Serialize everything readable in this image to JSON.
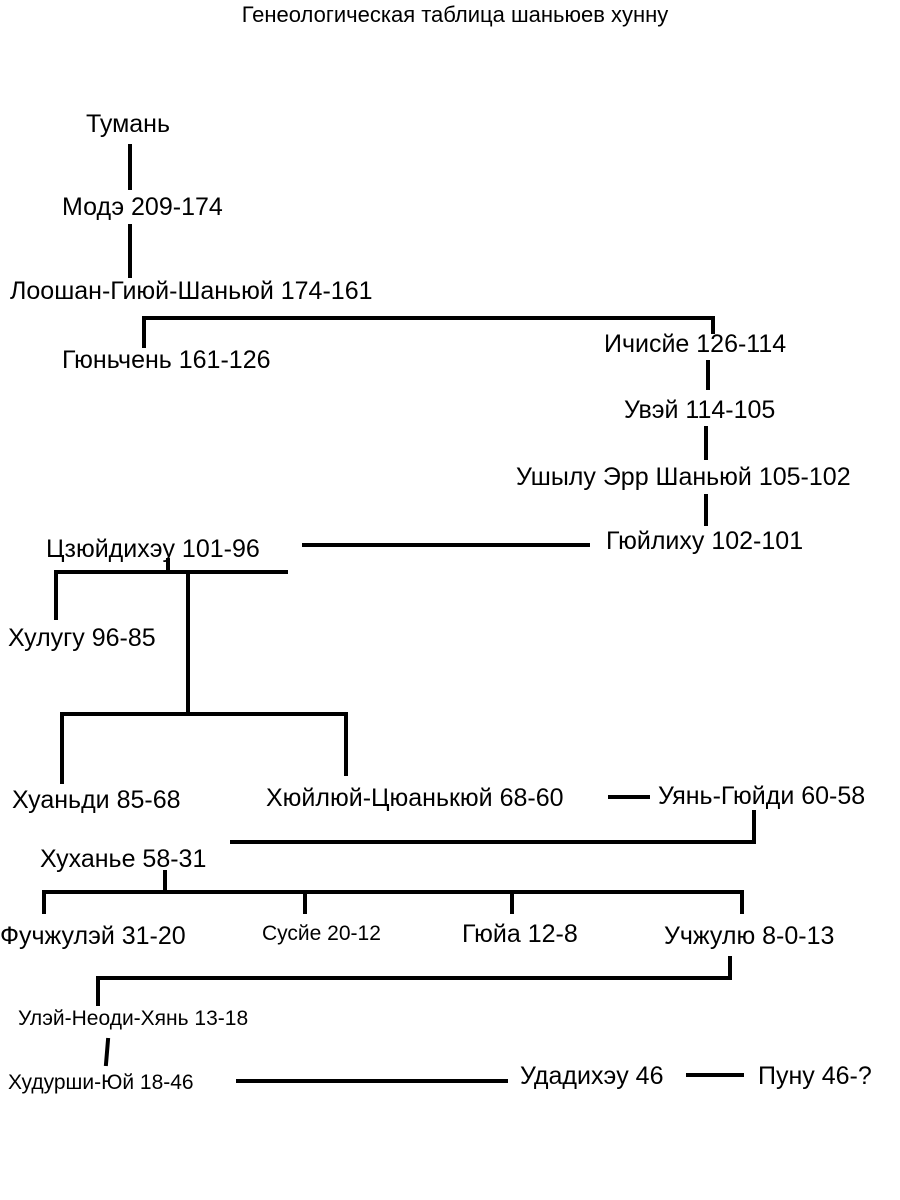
{
  "title": "Генеологическая таблица шаньюев хунну",
  "people": {
    "tuman": "Тумань",
    "mode": "Модэ 209-174",
    "looshan": "Лоошан-Гиюй-Шаньюй 174-161",
    "gyunchen": "Гюньчень 161-126",
    "ichisie": "Ичисйе 126-114",
    "uvei": "Увэй 114-105",
    "ushylu": "Ушылу Эрр Шаньюй 105-102",
    "gyuilihu": "Гюйлиху 102-101",
    "tszyuidihei": "Цзюйдихэу 101-96",
    "hulugu": "Хулугу 96-85",
    "huandi": "Хуаньди 85-68",
    "hyuilyui": "Хюйлюй-Цюанькюй 68-60",
    "uyan": "Уянь-Гюйди 60-58",
    "huhanie": "Хуханье 58-31",
    "fuzhzhulei": "Фучжулэй 31-20",
    "susie": "Сусйе 20-12",
    "gyuia": "Гюйа 12-8",
    "uchzhulyu": "Учжулю 8-0-13",
    "ulei": "Улэй-Неоди-Хянь 13-18",
    "hudurshi": "Худурши-Юй 18-46",
    "udadihei": "Удадихэу 46",
    "punu": "Пуну 46-?"
  }
}
